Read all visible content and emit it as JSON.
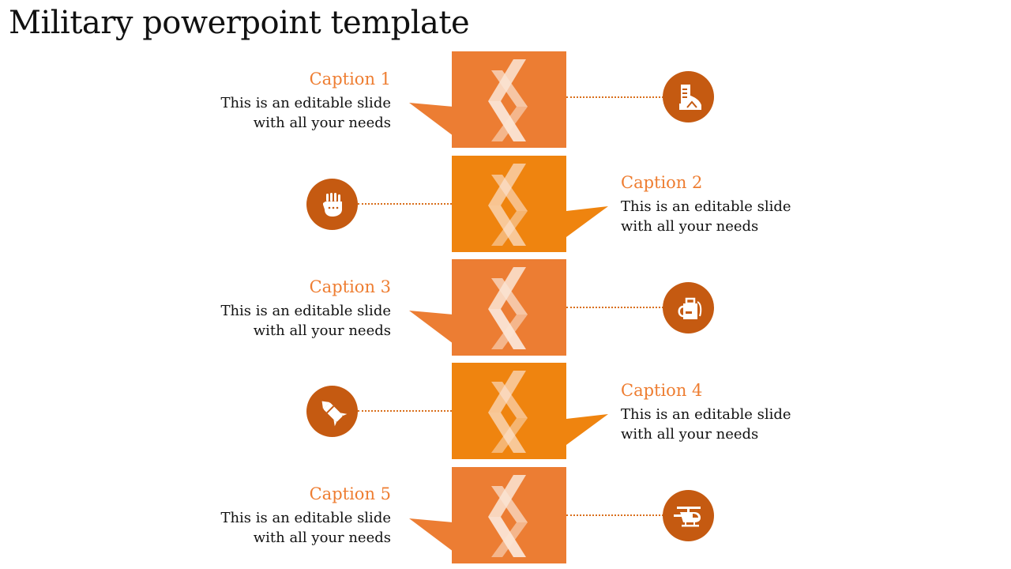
{
  "title": "Military powerpoint template",
  "colors": {
    "block_a": "#ec7d33",
    "block_b": "#ef840f",
    "caption": "#ee7d31",
    "circle": "#c55a11",
    "chevron_light": "#fbe5d6",
    "chevron_b": "#f8cba0"
  },
  "items": [
    {
      "caption": "Caption 1",
      "text1": "This is an editable slide",
      "text2": "with all your needs",
      "icon": "combat-boot-icon"
    },
    {
      "caption": "Caption 2",
      "text1": "This is an editable slide",
      "text2": "with all your needs",
      "icon": "glove-icon"
    },
    {
      "caption": "Caption 3",
      "text1": "This is an editable slide",
      "text2": "with all your needs",
      "icon": "fuel-can-icon"
    },
    {
      "caption": "Caption 4",
      "text1": "This is an editable slide",
      "text2": "with all your needs",
      "icon": "missile-icon"
    },
    {
      "caption": "Caption 5",
      "text1": "This is an editable slide",
      "text2": "with all your needs",
      "icon": "helicopter-icon"
    }
  ]
}
